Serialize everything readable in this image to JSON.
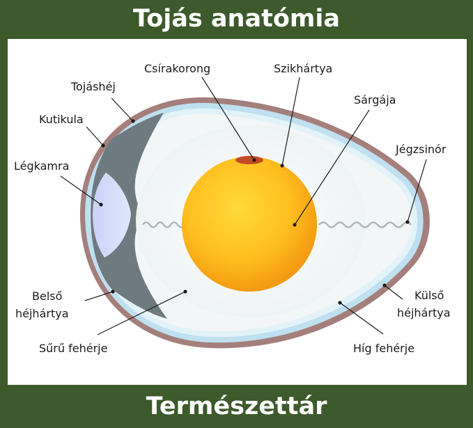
{
  "title": "Tojás anatómia",
  "footer": "Természettár",
  "labels": {
    "tojashej": "Tojáshéj",
    "kutikula": "Kutikula",
    "legkamra": "Légkamra",
    "belso_line1": "Belső",
    "belso_line2": "héjhártya",
    "suru_feherje": "Sűrű fehérje",
    "csirakorong": "Csírakorong",
    "szikhartya": "Szikhártya",
    "sargaja": "Sárgája",
    "jegzsinor": "Jégzsinór",
    "kulso_line1": "Külső",
    "kulso_line2": "héjhártya",
    "hig_feherje": "Híg fehérje"
  },
  "colors": {
    "background": "#3c5a2b",
    "panel": "#ffffff",
    "shell": "#a47f7b",
    "membrane": "#bfe0f0",
    "air_cell": "#c8d8f5",
    "inner_membrane_dark": "#6d7b80",
    "yolk_light": "#ffcf2e",
    "yolk_dark": "#f49a12",
    "germinal_disc": "#c44a26"
  }
}
